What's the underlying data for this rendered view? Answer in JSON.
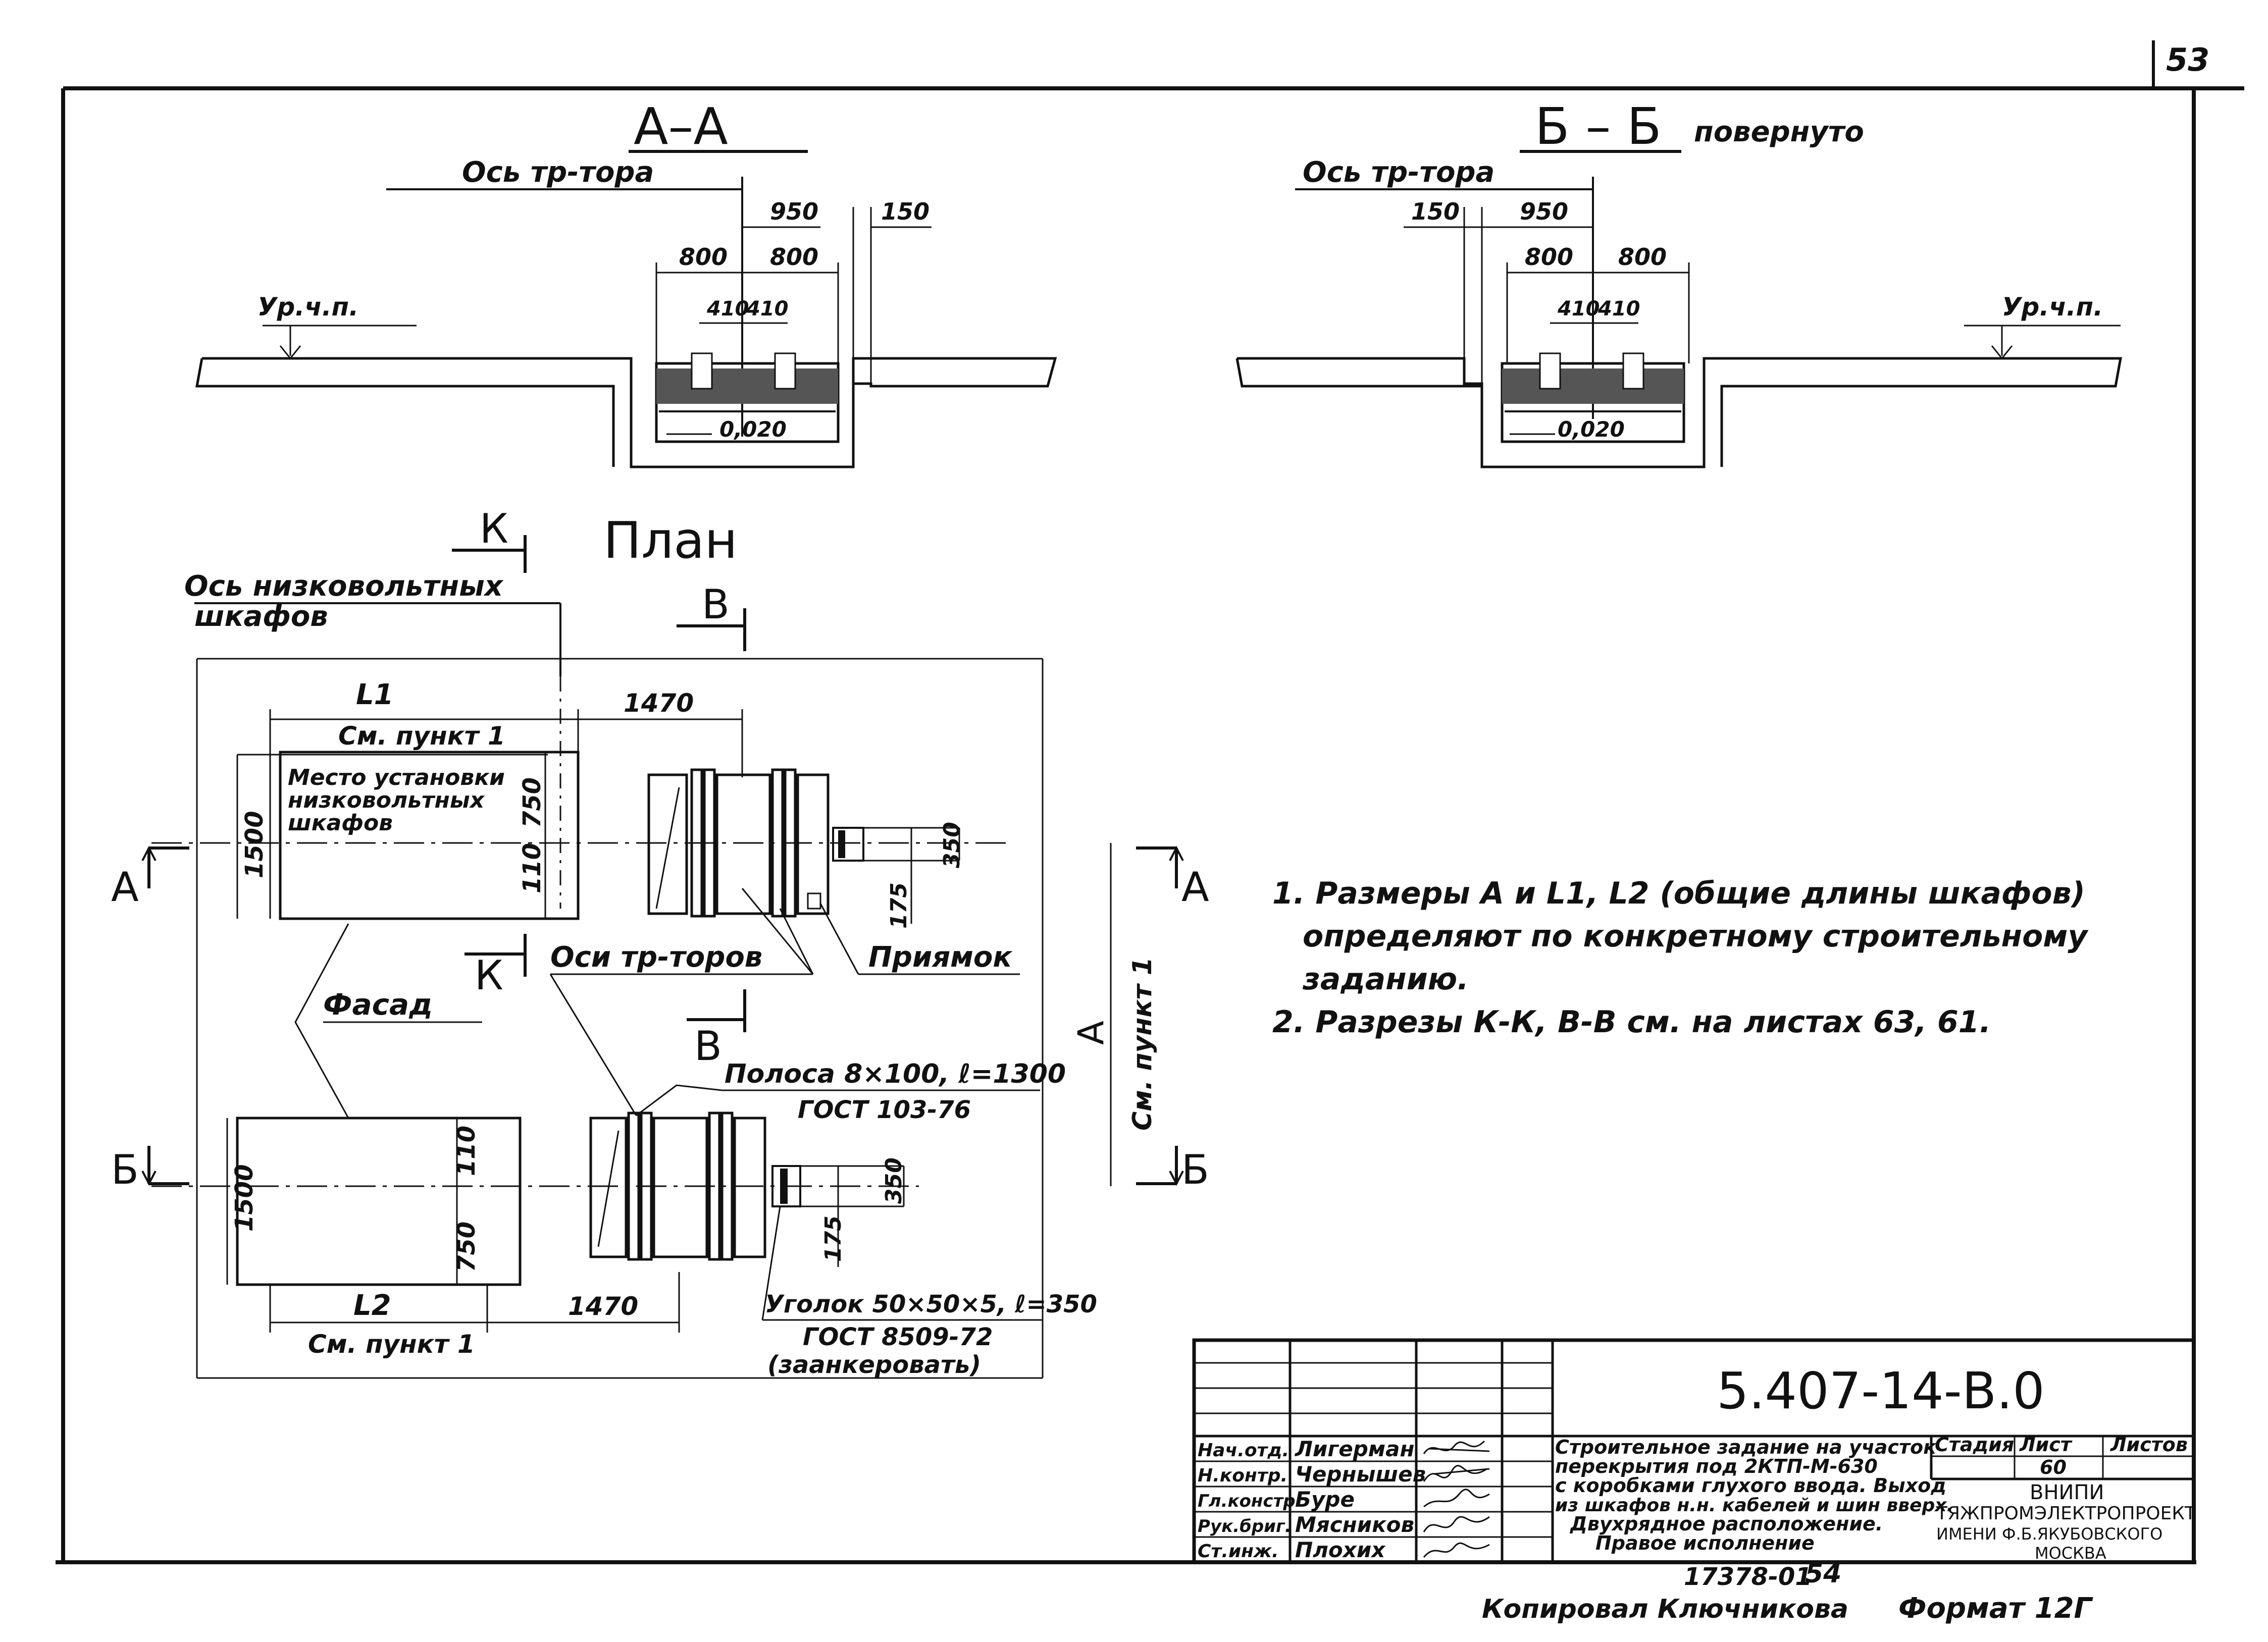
{
  "page_number": "53",
  "section_aa": {
    "title": "А–А",
    "axis_label": "Ось тр-тора",
    "dims": [
      "950",
      "150",
      "800",
      "800",
      "410",
      "410"
    ],
    "floor_label": "Ур.ч.п.",
    "level": "0,020"
  },
  "section_bb": {
    "title": "Б – Б",
    "note": "повернуто",
    "axis_label": "Ось тр-тора",
    "dims": [
      "150",
      "950",
      "800",
      "800",
      "410",
      "410"
    ],
    "floor_label": "Ур.ч.п.",
    "level": "0,020"
  },
  "plan": {
    "title": "План",
    "cut_k_top": "К",
    "cut_k_bottom": "К",
    "cut_v_top": "В",
    "cut_v_bottom": "В",
    "cut_a_left": "А",
    "cut_a_right": "А",
    "cut_b_left": "Б",
    "cut_b_right": "Б",
    "lv_axis_label_1": "Ось низковольтных",
    "lv_axis_label_2": "шкафов",
    "l1": "L1",
    "l1_note": "См. пункт 1",
    "l2": "L2",
    "l2_note": "См. пункт 1",
    "dim_1470_top": "1470",
    "dim_1470_bottom": "1470",
    "dim_1500_top": "1500",
    "dim_1500_bottom": "1500",
    "dim_750_top": "750",
    "dim_750_bottom": "750",
    "dim_110_top": "110",
    "dim_110_bottom": "110",
    "dim_350_top": "350",
    "dim_350_bottom": "350",
    "dim_175_top": "175",
    "dim_175_bottom": "175",
    "cabinet_area_1": "Место установки",
    "cabinet_area_2": "низковольтных",
    "cabinet_area_3": "шкафов",
    "transformer_axes": "Оси тр-торов",
    "pit": "Приямок",
    "facade": "Фасад",
    "dim_a": "А",
    "dim_a_note": "См. пункт 1",
    "strip_1": "Полоса 8×100, ℓ=1300",
    "strip_2": "ГОСТ 103-76",
    "angle_1": "Уголок 50×50×5, ℓ=350",
    "angle_2": "ГОСТ 8509-72",
    "angle_3": "(заанкеровать)"
  },
  "notes": [
    "1. Размеры А и L1, L2 (общие длины шкафов)",
    "определяют по конкретному строительному",
    "заданию.",
    "2. Разрезы К-К, В-В см. на листах 63, 61."
  ],
  "title_block": {
    "code": "5.407-14-В.0",
    "rows": [
      {
        "role": "Нач.отд.",
        "name": "Лигерман"
      },
      {
        "role": "Н.контр.",
        "name": "Чернышев"
      },
      {
        "role": "Гл.констр.",
        "name": "Буре"
      },
      {
        "role": "Рук.бриг.",
        "name": "Мясников"
      },
      {
        "role": "Ст.инж.",
        "name": "Плохих"
      }
    ],
    "description": [
      "Строительное задание на участок",
      "перекрытия под 2КТП-М-630",
      "с коробками глухого ввода. Выход",
      "из шкафов н.н. кабелей и шин вверх.",
      "Двухрядное расположение.",
      "Правое исполнение"
    ],
    "stage_label": "Стадия",
    "sheet_label": "Лист",
    "sheets_label": "Листов",
    "sheet_value": "60",
    "org_1": "ВНИПИ",
    "org_2": "ТЯЖПРОМЭЛЕКТРОПРОЕКТ",
    "org_3": "ИМЕНИ Ф.Б.ЯКУБОВСКОГО",
    "org_4": "МОСКВА"
  },
  "footer": {
    "archive": "17378-01",
    "page": "54",
    "copied": "Копировал Ключникова",
    "format": "Формат 12Г"
  }
}
